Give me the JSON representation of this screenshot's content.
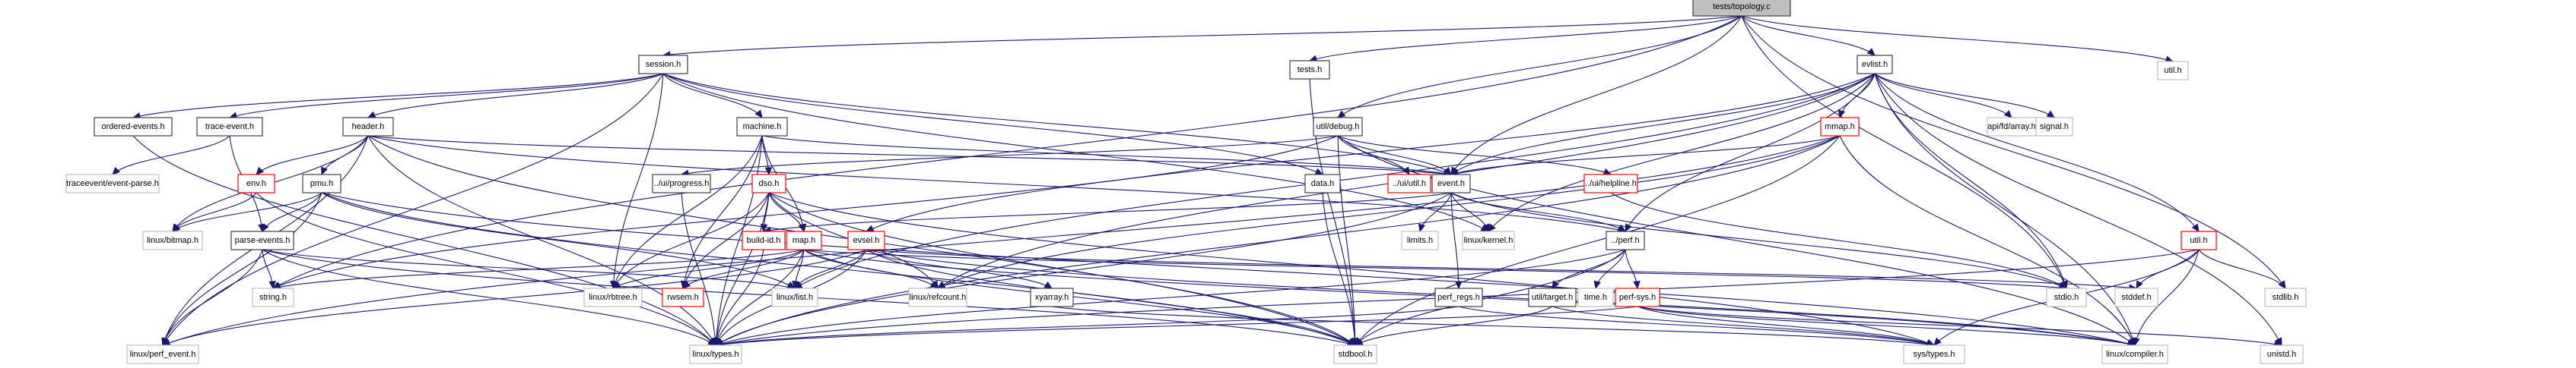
{
  "graph": {
    "title": "tests/topology.c include dependency graph",
    "colors": {
      "edge": "#191970",
      "root_fill": "#bfbfbf",
      "root_border": "#404040",
      "documented_border": "#404040",
      "undocumented_border": "#ff0000",
      "external_border": "#bfbfbf",
      "node_fill": "#ffffff"
    },
    "nodes": [
      {
        "id": "root",
        "label": "tests/topology.c",
        "kind": "root"
      },
      {
        "id": "session",
        "label": "session.h",
        "kind": "documented"
      },
      {
        "id": "tests",
        "label": "tests.h",
        "kind": "documented"
      },
      {
        "id": "evlist",
        "label": "evlist.h",
        "kind": "documented"
      },
      {
        "id": "util_top",
        "label": "util.h",
        "kind": "external"
      },
      {
        "id": "ordered",
        "label": "ordered-events.h",
        "kind": "documented"
      },
      {
        "id": "trace",
        "label": "trace-event.h",
        "kind": "documented"
      },
      {
        "id": "header",
        "label": "header.h",
        "kind": "documented"
      },
      {
        "id": "machine",
        "label": "machine.h",
        "kind": "documented"
      },
      {
        "id": "debug",
        "label": "util/debug.h",
        "kind": "documented"
      },
      {
        "id": "mmap",
        "label": "mmap.h",
        "kind": "undocumented"
      },
      {
        "id": "fdarray",
        "label": "api/fd/array.h",
        "kind": "external"
      },
      {
        "id": "signal",
        "label": "signal.h",
        "kind": "external"
      },
      {
        "id": "eventparse",
        "label": "traceevent/event-parse.h",
        "kind": "external"
      },
      {
        "id": "env",
        "label": "env.h",
        "kind": "undocumented"
      },
      {
        "id": "pmu",
        "label": "pmu.h",
        "kind": "documented"
      },
      {
        "id": "progress",
        "label": "../ui/progress.h",
        "kind": "documented"
      },
      {
        "id": "dso",
        "label": "dso.h",
        "kind": "undocumented"
      },
      {
        "id": "data",
        "label": "data.h",
        "kind": "documented"
      },
      {
        "id": "uiutil",
        "label": "../ui/util.h",
        "kind": "undocumented"
      },
      {
        "id": "event",
        "label": "event.h",
        "kind": "documented"
      },
      {
        "id": "helpline",
        "label": "../ui/helpline.h",
        "kind": "undocumented"
      },
      {
        "id": "bitmap",
        "label": "linux/bitmap.h",
        "kind": "external"
      },
      {
        "id": "parse",
        "label": "parse-events.h",
        "kind": "documented"
      },
      {
        "id": "buildid",
        "label": "build-id.h",
        "kind": "undocumented"
      },
      {
        "id": "map",
        "label": "map.h",
        "kind": "undocumented"
      },
      {
        "id": "evsel",
        "label": "evsel.h",
        "kind": "undocumented"
      },
      {
        "id": "limits",
        "label": "limits.h",
        "kind": "external"
      },
      {
        "id": "kernel",
        "label": "linux/kernel.h",
        "kind": "external"
      },
      {
        "id": "perf",
        "label": "../perf.h",
        "kind": "documented"
      },
      {
        "id": "util_red",
        "label": "util.h",
        "kind": "undocumented"
      },
      {
        "id": "string",
        "label": "string.h",
        "kind": "external"
      },
      {
        "id": "rbtree",
        "label": "linux/rbtree.h",
        "kind": "external"
      },
      {
        "id": "rwsem",
        "label": "rwsem.h",
        "kind": "undocumented"
      },
      {
        "id": "list",
        "label": "linux/list.h",
        "kind": "external"
      },
      {
        "id": "refcount",
        "label": "linux/refcount.h",
        "kind": "external"
      },
      {
        "id": "xyarray",
        "label": "xyarray.h",
        "kind": "documented"
      },
      {
        "id": "perfregs",
        "label": "perf_regs.h",
        "kind": "documented"
      },
      {
        "id": "target",
        "label": "util/target.h",
        "kind": "documented"
      },
      {
        "id": "time",
        "label": "time.h",
        "kind": "external"
      },
      {
        "id": "perfsys",
        "label": "perf-sys.h",
        "kind": "undocumented"
      },
      {
        "id": "stdio",
        "label": "stdio.h",
        "kind": "external"
      },
      {
        "id": "stddef",
        "label": "stddef.h",
        "kind": "external"
      },
      {
        "id": "stdlib",
        "label": "stdlib.h",
        "kind": "external"
      },
      {
        "id": "perfevent",
        "label": "linux/perf_event.h",
        "kind": "external"
      },
      {
        "id": "types",
        "label": "linux/types.h",
        "kind": "external"
      },
      {
        "id": "stdbool",
        "label": "stdbool.h",
        "kind": "external"
      },
      {
        "id": "systypes",
        "label": "sys/types.h",
        "kind": "external"
      },
      {
        "id": "compiler",
        "label": "linux/compiler.h",
        "kind": "external"
      },
      {
        "id": "unistd",
        "label": "unistd.h",
        "kind": "external"
      }
    ],
    "edges": [
      [
        "root",
        "session"
      ],
      [
        "root",
        "tests"
      ],
      [
        "root",
        "evlist"
      ],
      [
        "root",
        "util_top"
      ],
      [
        "root",
        "debug"
      ],
      [
        "root",
        "stdio"
      ],
      [
        "root",
        "stdlib"
      ],
      [
        "root",
        "string"
      ],
      [
        "root",
        "event"
      ],
      [
        "session",
        "ordered"
      ],
      [
        "session",
        "trace"
      ],
      [
        "session",
        "header"
      ],
      [
        "session",
        "machine"
      ],
      [
        "session",
        "data"
      ],
      [
        "session",
        "event"
      ],
      [
        "session",
        "rbtree"
      ],
      [
        "session",
        "perfevent"
      ],
      [
        "session",
        "kernel"
      ],
      [
        "tests",
        "stdbool"
      ],
      [
        "evlist",
        "mmap"
      ],
      [
        "evlist",
        "fdarray"
      ],
      [
        "evlist",
        "signal"
      ],
      [
        "evlist",
        "event"
      ],
      [
        "evlist",
        "evsel"
      ],
      [
        "evlist",
        "list"
      ],
      [
        "evlist",
        "kernel"
      ],
      [
        "evlist",
        "perf"
      ],
      [
        "evlist",
        "util_red"
      ],
      [
        "evlist",
        "stdio"
      ],
      [
        "evlist",
        "unistd"
      ],
      [
        "evlist",
        "compiler"
      ],
      [
        "evlist",
        "refcount"
      ],
      [
        "ordered",
        "types"
      ],
      [
        "trace",
        "eventparse"
      ],
      [
        "trace",
        "parse"
      ],
      [
        "header",
        "env"
      ],
      [
        "header",
        "pmu"
      ],
      [
        "header",
        "event"
      ],
      [
        "header",
        "bitmap"
      ],
      [
        "header",
        "perfevent"
      ],
      [
        "header",
        "types"
      ],
      [
        "header",
        "stdbool"
      ],
      [
        "header",
        "perf"
      ],
      [
        "machine",
        "dso"
      ],
      [
        "machine",
        "map"
      ],
      [
        "machine",
        "rbtree"
      ],
      [
        "machine",
        "rwsem"
      ],
      [
        "machine",
        "event"
      ],
      [
        "machine",
        "types"
      ],
      [
        "debug",
        "progress"
      ],
      [
        "debug",
        "uiutil"
      ],
      [
        "debug",
        "event"
      ],
      [
        "debug",
        "helpline"
      ],
      [
        "debug",
        "stdbool"
      ],
      [
        "debug",
        "compiler"
      ],
      [
        "debug",
        "string"
      ],
      [
        "mmap",
        "event"
      ],
      [
        "mmap",
        "perfevent"
      ],
      [
        "mmap",
        "refcount"
      ],
      [
        "mmap",
        "compiler"
      ],
      [
        "mmap",
        "types"
      ],
      [
        "mmap",
        "stdbool"
      ],
      [
        "env",
        "bitmap"
      ],
      [
        "env",
        "types"
      ],
      [
        "pmu",
        "bitmap"
      ],
      [
        "pmu",
        "parse"
      ],
      [
        "pmu",
        "perfevent"
      ],
      [
        "pmu",
        "stdbool"
      ],
      [
        "pmu",
        "list"
      ],
      [
        "pmu",
        "compiler"
      ],
      [
        "progress",
        "types"
      ],
      [
        "dso",
        "buildid"
      ],
      [
        "dso",
        "map"
      ],
      [
        "dso",
        "rbtree"
      ],
      [
        "dso",
        "rwsem"
      ],
      [
        "dso",
        "types"
      ],
      [
        "dso",
        "refcount"
      ],
      [
        "dso",
        "stdbool"
      ],
      [
        "dso",
        "systypes"
      ],
      [
        "data",
        "stdbool"
      ],
      [
        "event",
        "limits"
      ],
      [
        "event",
        "kernel"
      ],
      [
        "event",
        "perfregs"
      ],
      [
        "event",
        "perf"
      ],
      [
        "event",
        "stdio"
      ],
      [
        "event",
        "buildid"
      ],
      [
        "event",
        "types"
      ],
      [
        "helpline",
        "stdio"
      ],
      [
        "parse",
        "string"
      ],
      [
        "parse",
        "perfevent"
      ],
      [
        "parse",
        "types"
      ],
      [
        "parse",
        "stdbool"
      ],
      [
        "parse",
        "list"
      ],
      [
        "buildid",
        "types"
      ],
      [
        "map",
        "rbtree"
      ],
      [
        "map",
        "rwsem"
      ],
      [
        "map",
        "list"
      ],
      [
        "map",
        "refcount"
      ],
      [
        "map",
        "string"
      ],
      [
        "map",
        "types"
      ],
      [
        "map",
        "stdbool"
      ],
      [
        "map",
        "stdio"
      ],
      [
        "map",
        "compiler"
      ],
      [
        "evsel",
        "list"
      ],
      [
        "evsel",
        "xyarray"
      ],
      [
        "evsel",
        "types"
      ],
      [
        "evsel",
        "perfevent"
      ],
      [
        "evsel",
        "stdbool"
      ],
      [
        "evsel",
        "compiler"
      ],
      [
        "evsel",
        "stddef"
      ],
      [
        "perf",
        "target"
      ],
      [
        "perf",
        "time"
      ],
      [
        "perf",
        "perfsys"
      ],
      [
        "perf",
        "stdbool"
      ],
      [
        "perf",
        "types"
      ],
      [
        "util_red",
        "stddef"
      ],
      [
        "util_red",
        "stdlib"
      ],
      [
        "util_red",
        "compiler"
      ],
      [
        "util_red",
        "systypes"
      ],
      [
        "util_red",
        "types"
      ],
      [
        "xyarray",
        "systypes"
      ],
      [
        "perfregs",
        "types"
      ],
      [
        "perfregs",
        "systypes"
      ],
      [
        "target",
        "stdbool"
      ],
      [
        "target",
        "systypes"
      ],
      [
        "perfsys",
        "systypes"
      ],
      [
        "perfsys",
        "compiler"
      ],
      [
        "perfsys",
        "types"
      ],
      [
        "perfsys",
        "unistd"
      ]
    ]
  }
}
